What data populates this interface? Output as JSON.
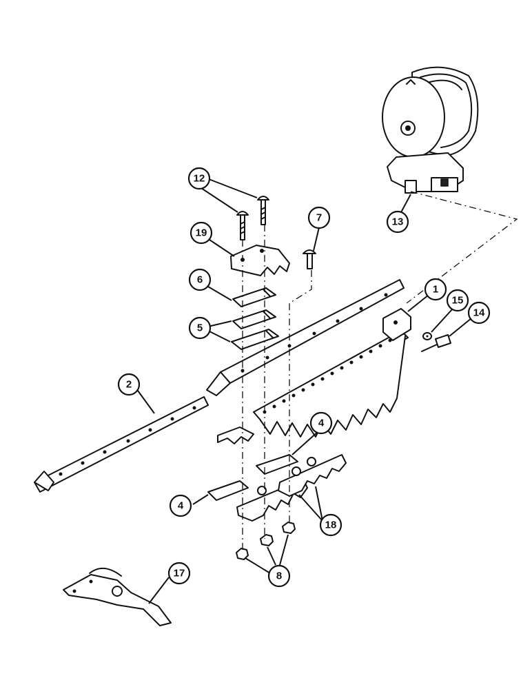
{
  "callouts": {
    "c1": "1",
    "c2": "2",
    "c4a": "4",
    "c4b": "4",
    "c5": "5",
    "c6": "6",
    "c7": "7",
    "c8": "8",
    "c12": "12",
    "c13": "13",
    "c14": "14",
    "c15": "15",
    "c17": "17",
    "c18": "18",
    "c19": "19"
  }
}
